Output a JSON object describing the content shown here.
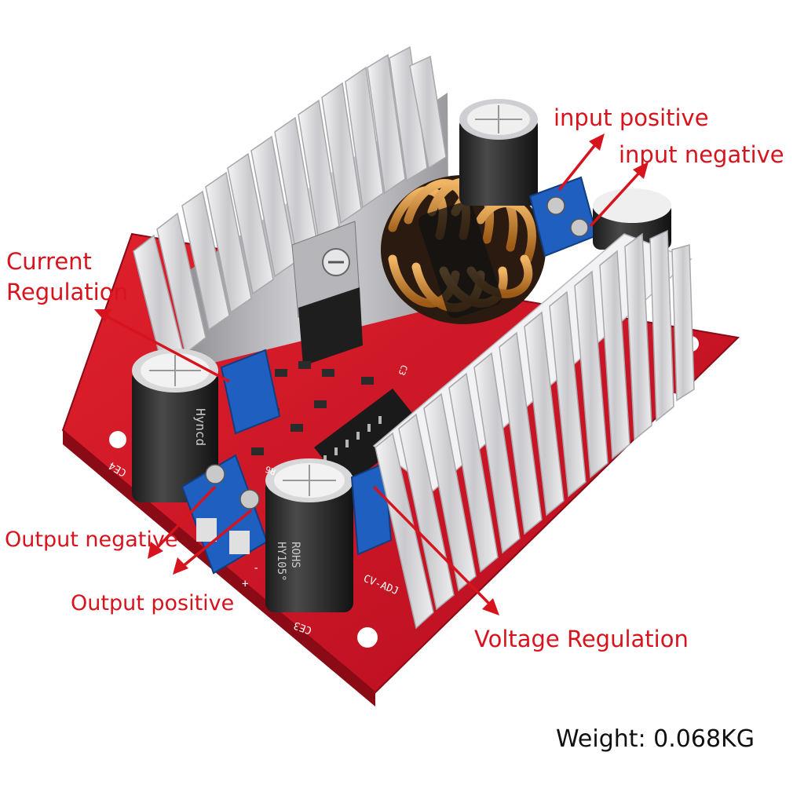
{
  "labels": {
    "input_positive": "input positive",
    "input_negative": "input negative",
    "current_regulation_line1": "Current",
    "current_regulation_line2": "Regulation",
    "output_negative": "Output negative",
    "output_positive": "Output positive",
    "voltage_regulation": "Voltage Regulation"
  },
  "weight": "Weight: 0.068KG",
  "silkscreen": {
    "cv_adj": "CV-ADJ",
    "ce3": "CE3",
    "ce4": "CE4",
    "plus": "+",
    "minus": "-",
    "r6": "R6",
    "c3": "C3"
  },
  "capacitor_text": {
    "brand": "Hyncd",
    "rohs": "ROHS",
    "spec": "HY105°"
  },
  "colors": {
    "annotation": "#d7141e",
    "pcb": "#c8102e",
    "heatsink": "#d9d9dc",
    "terminal": "#1f5fbf",
    "coil": "#c8842a"
  }
}
